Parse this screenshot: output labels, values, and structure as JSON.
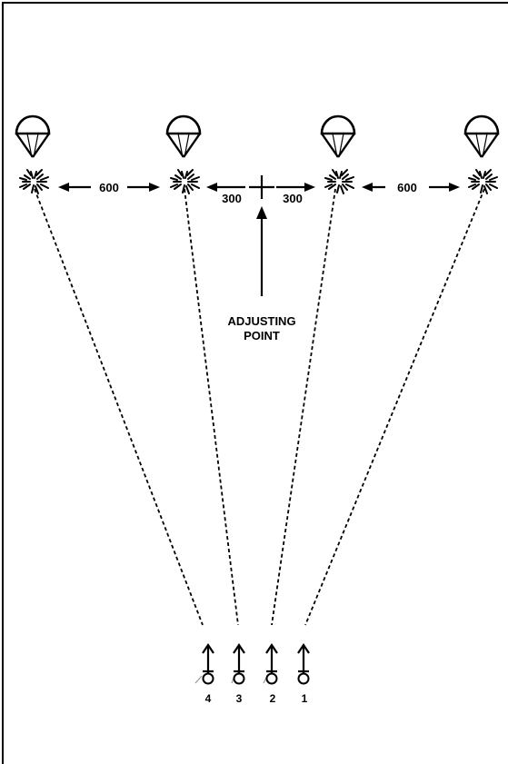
{
  "spacing": {
    "outer_left": "600",
    "inner_left": "300",
    "inner_right": "300",
    "outer_right": "600"
  },
  "adjusting_point": {
    "line1": "ADJUSTING",
    "line2": "POINT"
  },
  "guns": [
    "4",
    "3",
    "2",
    "1"
  ],
  "colors": {
    "ink": "#000000",
    "background": "#ffffff"
  }
}
